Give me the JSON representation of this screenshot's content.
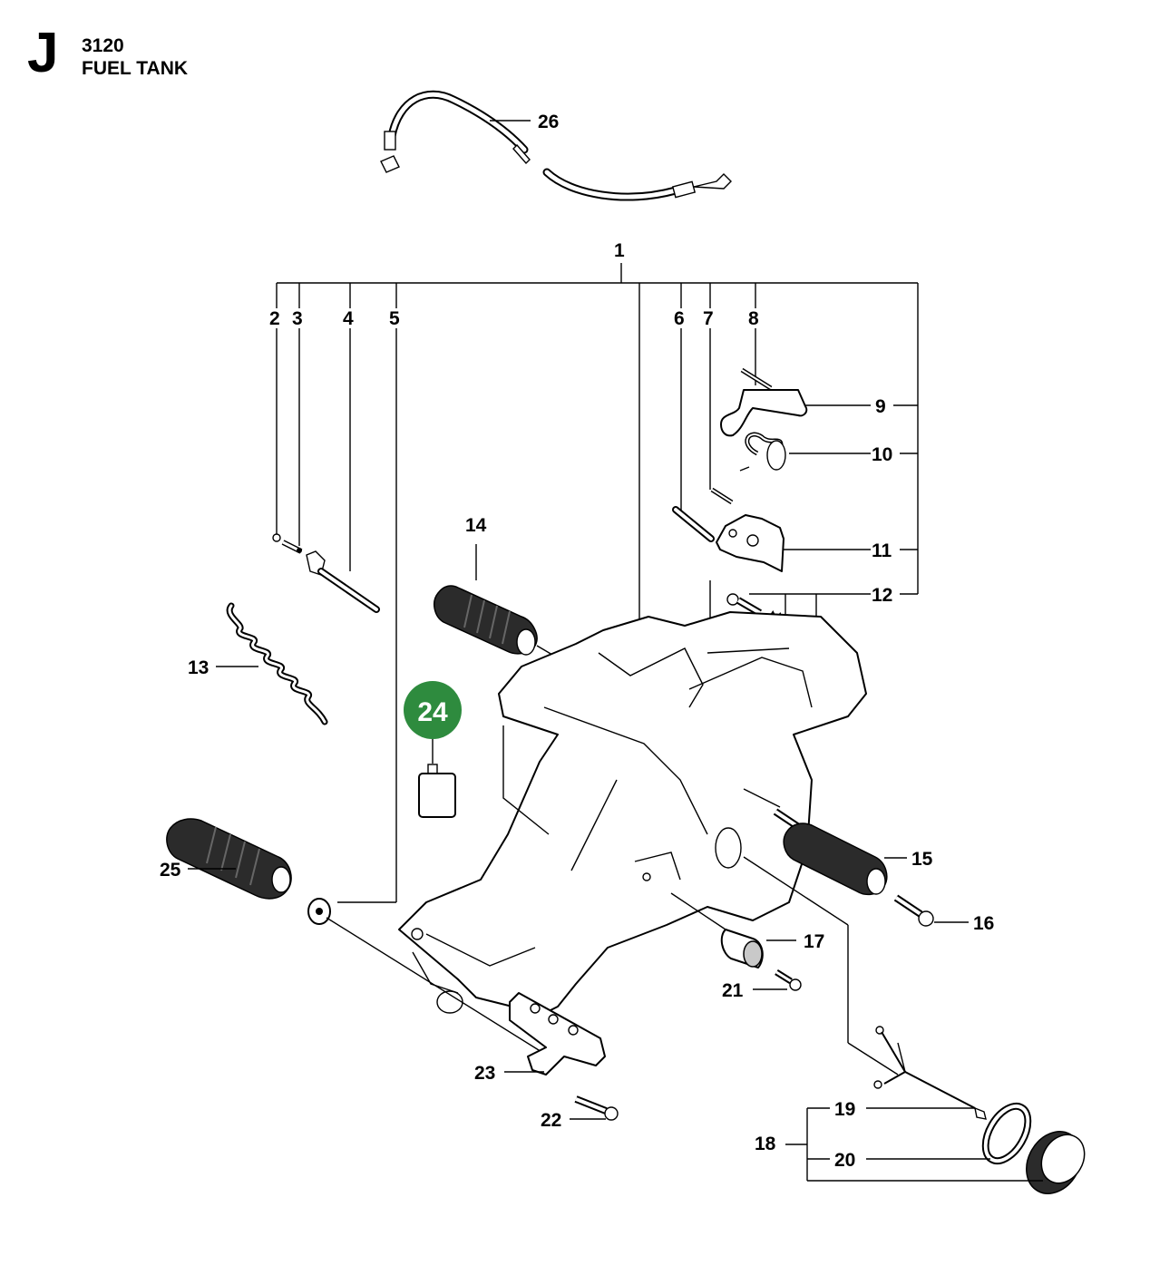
{
  "header": {
    "section_letter": "J",
    "model": "3120",
    "title": "FUEL TANK"
  },
  "highlight": {
    "label": "24",
    "color": "#2e8b3e"
  },
  "callouts": {
    "p1": "1",
    "p2": "2",
    "p3": "3",
    "p4": "4",
    "p5": "5",
    "p6": "6",
    "p7": "7",
    "p8": "8",
    "p9": "9",
    "p10": "10",
    "p11": "11",
    "p12": "12",
    "p13": "13",
    "p14": "14",
    "p15": "15",
    "p16": "16",
    "p17": "17",
    "p18": "18",
    "p19": "19",
    "p20": "20",
    "p21": "21",
    "p22": "22",
    "p23": "23",
    "p25": "25",
    "p26": "26"
  }
}
